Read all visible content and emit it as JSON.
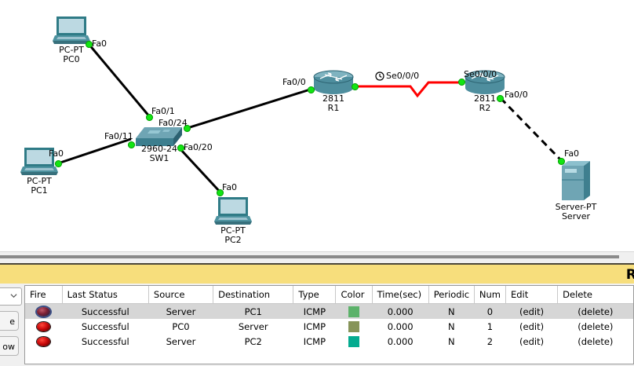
{
  "canvas": {
    "devices": [
      {
        "id": "pc0",
        "type_label": "PC-PT",
        "name": "PC0",
        "icon": "pc-icon",
        "ports": [
          "Fa0"
        ]
      },
      {
        "id": "pc1",
        "type_label": "PC-PT",
        "name": "PC1",
        "icon": "pc-icon",
        "ports": [
          "Fa0"
        ]
      },
      {
        "id": "pc2",
        "type_label": "PC-PT",
        "name": "PC2",
        "icon": "pc-icon",
        "ports": [
          "Fa0"
        ]
      },
      {
        "id": "sw1",
        "type_label": "2960-24",
        "name": "SW1",
        "icon": "switch-icon",
        "ports": [
          "Fa0/1",
          "Fa0/24",
          "Fa0/11",
          "Fa0/20"
        ]
      },
      {
        "id": "r1",
        "type_label": "2811",
        "name": "R1",
        "icon": "router-icon",
        "ports": [
          "Fa0/0",
          "Se0/0/0"
        ]
      },
      {
        "id": "r2",
        "type_label": "2811",
        "name": "R2",
        "icon": "router-icon",
        "ports": [
          "Se0/0/0",
          "Fa0/0"
        ]
      },
      {
        "id": "server",
        "type_label": "Server-PT",
        "name": "Server",
        "icon": "server-icon",
        "ports": [
          "Fa0"
        ]
      }
    ],
    "port_labels": {
      "pc0_fa0": "Fa0",
      "pc1_fa0": "Fa0",
      "pc2_fa0": "Fa0",
      "sw1_fa01": "Fa0/1",
      "sw1_fa024": "Fa0/24",
      "sw1_fa011": "Fa0/11",
      "sw1_fa020": "Fa0/20",
      "r1_fa00": "Fa0/0",
      "r1_se000": "Se0/0/0",
      "r2_se000": "Se0/0/0",
      "r2_fa00": "Fa0/0",
      "server_fa0": "Fa0"
    },
    "links": [
      {
        "id": "pc0-sw1",
        "style": "copper",
        "color": "#000000"
      },
      {
        "id": "pc1-sw1",
        "style": "copper",
        "color": "#000000"
      },
      {
        "id": "pc2-sw1",
        "style": "copper",
        "color": "#000000"
      },
      {
        "id": "sw1-r1",
        "style": "copper",
        "color": "#000000"
      },
      {
        "id": "r1-r2",
        "style": "serial",
        "color": "#ff0000"
      },
      {
        "id": "r2-server",
        "style": "dashed",
        "color": "#000000"
      }
    ],
    "dce_marker": "clock-icon"
  },
  "yellow_bar": {
    "right_text": "R"
  },
  "left_controls": {
    "dropdown_value": "",
    "button_1_label": "e",
    "button_2_label": "ow"
  },
  "pdu_table": {
    "columns": [
      "Fire",
      "Last Status",
      "Source",
      "Destination",
      "Type",
      "Color",
      "Time(sec)",
      "Periodic",
      "Num",
      "Edit",
      "Delete"
    ],
    "rows": [
      {
        "fire": "fire-bullet",
        "selected": true,
        "last_status": "Successful",
        "source": "Server",
        "destination": "PC1",
        "type": "ICMP",
        "color": "#5cb26a",
        "time": "0.000",
        "periodic": "N",
        "num": "0",
        "edit": "(edit)",
        "delete": "(delete)"
      },
      {
        "fire": "fire-bullet",
        "selected": false,
        "last_status": "Successful",
        "source": "PC0",
        "destination": "Server",
        "type": "ICMP",
        "color": "#869459",
        "time": "0.000",
        "periodic": "N",
        "num": "1",
        "edit": "(edit)",
        "delete": "(delete)"
      },
      {
        "fire": "fire-bullet",
        "selected": false,
        "last_status": "Successful",
        "source": "Server",
        "destination": "PC2",
        "type": "ICMP",
        "color": "#04ab90",
        "time": "0.000",
        "periodic": "N",
        "num": "2",
        "edit": "(edit)",
        "delete": "(delete)"
      }
    ]
  }
}
